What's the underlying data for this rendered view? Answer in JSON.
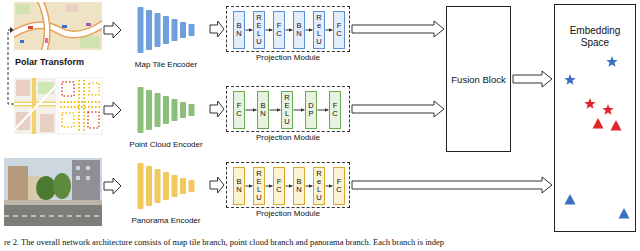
{
  "diagram": {
    "caption": "re 2. The overall network architecture consists of map tile branch, point cloud branch and panorama branch. Each branch is indep",
    "nodes": [
      {
        "text": [
          "Map Tile Encoder"
        ]
      },
      {
        "text": [
          "Projection Module"
        ]
      },
      {
        "text": [
          "BN"
        ],
        "in": 1
      },
      {
        "text": [
          "RELU"
        ],
        "in": 1
      },
      {
        "text": [
          "FC"
        ],
        "in": 1
      },
      {
        "text": [
          "BN"
        ],
        "in": 1
      },
      {
        "text": [
          "ReLU"
        ],
        "in": 1
      },
      {
        "text": [
          "FC"
        ],
        "in": 1
      },
      {
        "text": [
          "Point Cloud Encoder"
        ]
      },
      {
        "text": [
          "Projection Module"
        ]
      },
      {
        "text": [
          "FC"
        ],
        "in": 9
      },
      {
        "text": [
          "BN"
        ],
        "in": 9
      },
      {
        "text": [
          "RELU"
        ],
        "in": 9
      },
      {
        "text": [
          "DP"
        ],
        "in": 9
      },
      {
        "text": [
          "FC"
        ],
        "in": 9
      },
      {
        "text": [
          "Panorama Encoder"
        ]
      },
      {
        "text": [
          "Projection Module"
        ]
      },
      {
        "text": [
          "BN"
        ],
        "in": 16
      },
      {
        "text": [
          "RELU"
        ],
        "in": 16
      },
      {
        "text": [
          "FC"
        ],
        "in": 16
      },
      {
        "text": [
          "BN"
        ],
        "in": 16
      },
      {
        "text": [
          "ReLU"
        ],
        "in": 16
      },
      {
        "text": [
          "FC"
        ],
        "in": 16
      },
      {
        "text": [
          "Fusion Block"
        ]
      },
      {
        "text": [
          "Embedding Space"
        ]
      }
    ],
    "edges": [
      {
        "from": 0,
        "to": 1,
        "arrow": "to"
      },
      {
        "from": 2,
        "to": 3,
        "arrow": "to"
      },
      {
        "from": 3,
        "to": 4,
        "arrow": "to"
      },
      {
        "from": 4,
        "to": 5,
        "arrow": "to"
      },
      {
        "from": 5,
        "to": 6,
        "arrow": "to"
      },
      {
        "from": 6,
        "to": 7,
        "arrow": "to"
      },
      {
        "from": 1,
        "to": 23,
        "arrow": "to"
      },
      {
        "from": 8,
        "to": 9,
        "arrow": "to"
      },
      {
        "from": 10,
        "to": 11,
        "arrow": "to"
      },
      {
        "from": 11,
        "to": 12,
        "arrow": "to"
      },
      {
        "from": 12,
        "to": 13,
        "arrow": "to"
      },
      {
        "from": 13,
        "to": 14,
        "arrow": "to"
      },
      {
        "from": 9,
        "to": 23,
        "arrow": "to"
      },
      {
        "from": 15,
        "to": 16,
        "arrow": "to"
      },
      {
        "from": 17,
        "to": 18,
        "arrow": "to"
      },
      {
        "from": 18,
        "to": 19,
        "arrow": "to"
      },
      {
        "from": 19,
        "to": 20,
        "arrow": "to"
      },
      {
        "from": 20,
        "to": 21,
        "arrow": "to"
      },
      {
        "from": 21,
        "to": 22,
        "arrow": "to"
      },
      {
        "from": 16,
        "to": 24,
        "arrow": "to"
      },
      {
        "from": 23,
        "to": 24,
        "arrow": "to"
      }
    ],
    "labels": [
      "Polar Transform"
    ]
  }
}
